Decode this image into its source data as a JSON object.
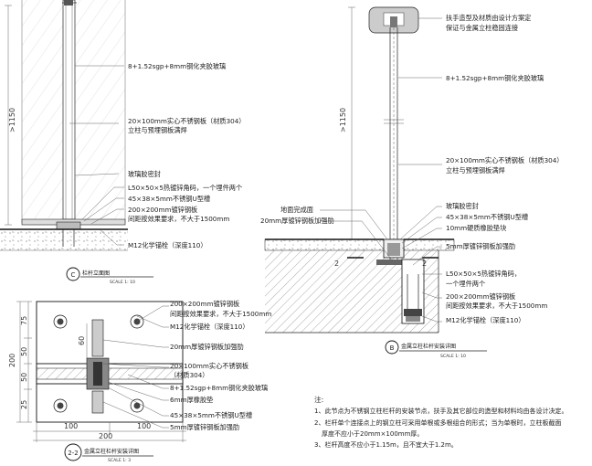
{
  "views": {
    "C": {
      "letter": "C",
      "title": "栏杆立面图",
      "scale": "SCALE 1: 10",
      "dim_height": ">1150",
      "labels": [
        "8+1.52sgp+8mm钢化夹胶玻璃",
        "20×100mm实心不锈钢板（材质304）",
        "立柱与预埋钢板满焊",
        "玻璃胶密封",
        "L50×50×5热镀锌角码，一个埋件两个",
        "45×38×5mm不锈钢U型槽",
        "200×200mm镀锌钢板",
        "间距按效果要求，不大于1500mm",
        "M12化学锚栓（深度110）"
      ]
    },
    "B": {
      "letter": "B",
      "title": "金属立柱栏杆安装详图",
      "scale": "SCALE 1: 10",
      "dim_height": ">1150",
      "section_marker": "2",
      "labels": [
        "扶手造型及材质由设计方案定",
        "保证与金属立柱稳固连接",
        "8+1.52sgp+8mm钢化夹胶玻璃",
        "20×100mm实心不锈钢板（材质304）",
        "立柱与预埋钢板满焊",
        "地面完成面",
        "20mm厚镀锌钢板加强肋",
        "玻璃胶密封",
        "45×38×5mm不锈钢U型槽",
        "10mm硬质橡胶垫块",
        "5mm厚镀锌钢板加强肋",
        "L50×50×5热镀锌角码，",
        "一个埋件两个",
        "200×200mm镀锌钢板",
        "间距按效果要求，不大于1500mm",
        "M12化学锚栓（深度110）"
      ]
    },
    "S22": {
      "letter": "2-2",
      "title": "金属立柱栏杆安装详图",
      "scale": "SCALE 1: 3",
      "left_dims": [
        "75",
        "50",
        "50",
        "25"
      ],
      "left_total": "200",
      "inner_dim": "60",
      "bottom_dims": [
        "100",
        "100"
      ],
      "bottom_total": "200",
      "labels": [
        "200×200mm镀锌钢板",
        "间距按效果要求，不大于1500mm",
        "M12化学锚栓（深度110）",
        "20mm厚镀锌钢板加强肋",
        "20×100mm实心不锈钢板",
        "（材质304）",
        "8+1.52sgp+8mm钢化夹胶玻璃",
        "6mm厚橡胶垫",
        "45×38×5mm不锈钢U型槽",
        "5mm厚镀锌钢板加强肋"
      ]
    }
  },
  "notes": {
    "heading": "注:",
    "items": [
      "1、此节点为不锈钢立柱栏杆的安装节点，扶手及其它部位的造型和材料均由各设计决定。",
      "2、栏杆单个连接点上的钢立柱可采用单根或多根组合的形式；当为单根时，立柱板截面",
      "厚度不应小于20mm×100mm厚。",
      "3、栏杆高度不应小于1.15m，且不宜大于1.2m。"
    ]
  }
}
